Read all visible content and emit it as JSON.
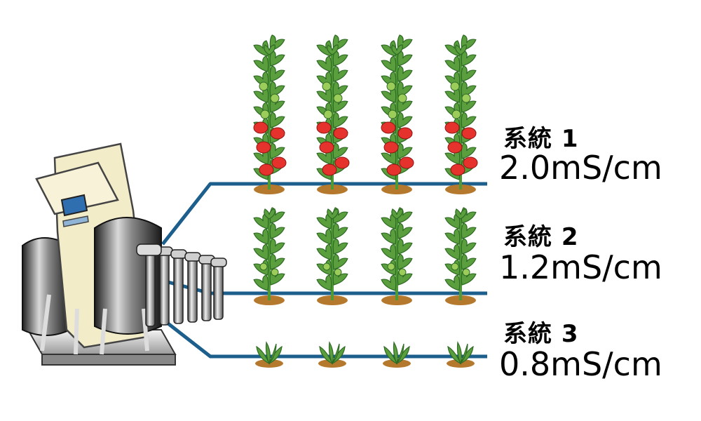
{
  "systems": [
    {
      "label": "系統 1",
      "value": "2.0mS/cm",
      "plant": "tomato-fruiting"
    },
    {
      "label": "系統 2",
      "value": "1.2mS/cm",
      "plant": "tomato-young"
    },
    {
      "label": "系統 3",
      "value": "0.8mS/cm",
      "plant": "seedling"
    }
  ],
  "colors": {
    "pipe": "#1c5e8c",
    "leaf": "#5a9e3e",
    "leaf_dark": "#2e6b24",
    "stem": "#4f9a35",
    "fruit_red": "#e5322d",
    "fruit_green": "#9ccc5a",
    "soil": "#b5792e",
    "machine_body": "#f2ecc9",
    "tank": "#3b3b3b",
    "screen": "#2f6fb0"
  }
}
